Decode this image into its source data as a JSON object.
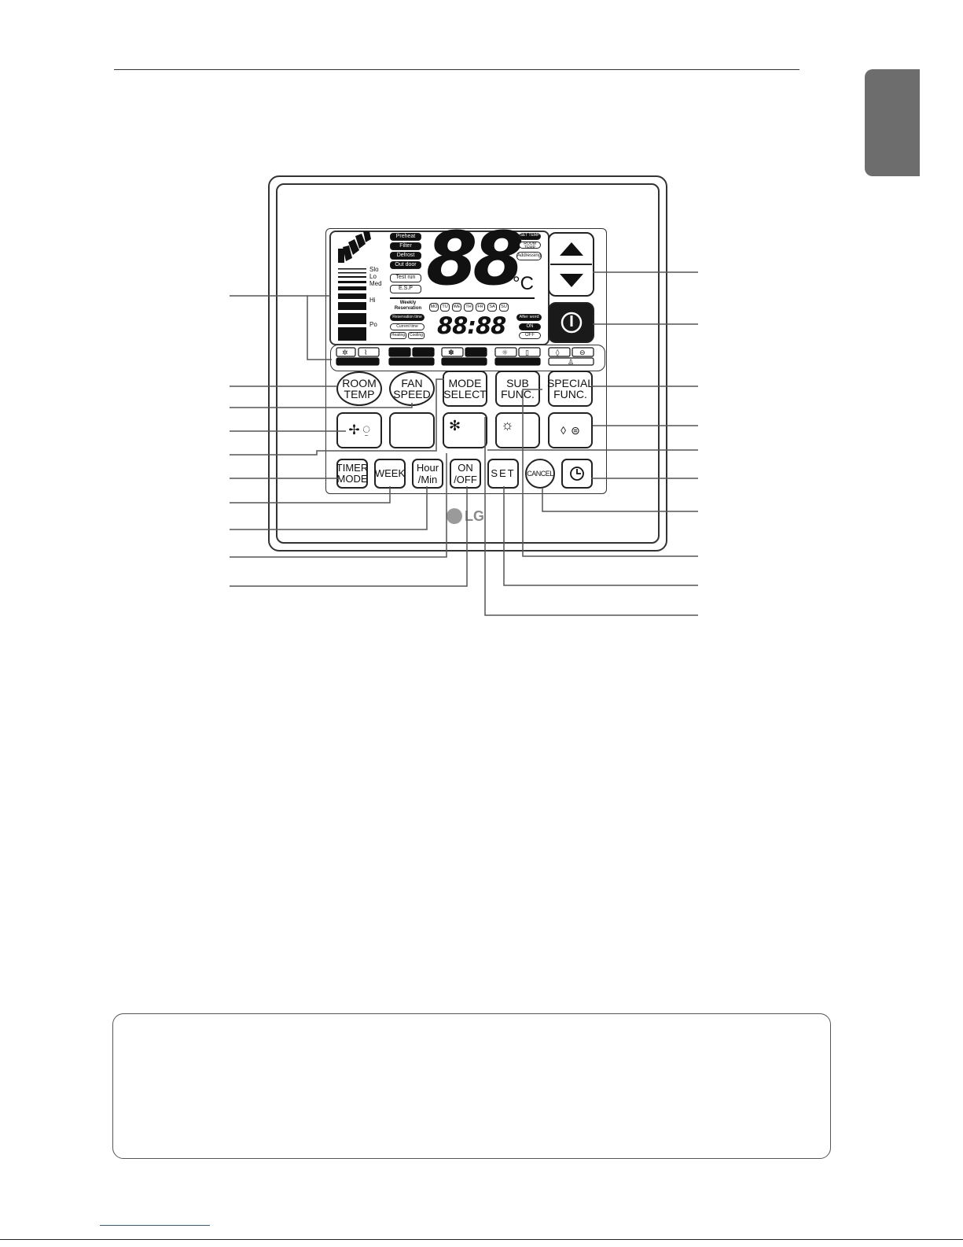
{
  "lang_tab": {
    "label": ""
  },
  "lcd": {
    "fan_speed_labels": [
      "Slo",
      "Lo",
      "Med",
      "Hi",
      "Po"
    ],
    "status_boxes": [
      "Preheat",
      "Filter",
      "Defrost",
      "Out door"
    ],
    "test_boxes": [
      "Test run",
      "E.S.P"
    ],
    "right_tags": [
      "SET TEMP",
      "ROOM TEMP",
      "Addressing"
    ],
    "temperature": "88",
    "unit": "°C",
    "weekly_label": "Weekly Reservation",
    "days": [
      "MO",
      "TU",
      "WE",
      "TH",
      "FR",
      "SA",
      "SU"
    ],
    "left_time_boxes": [
      "Reservation time",
      "Current time"
    ],
    "heat_cool": [
      "Heating",
      "Cooling"
    ],
    "clock": "88:88",
    "after_boxes": [
      "After word",
      "ON",
      "OFF"
    ]
  },
  "buttons": {
    "room_temp": "ROOM\nTEMP",
    "fan_speed": "FAN\nSPEED",
    "mode_select": "MODE\nSELECT",
    "sub_func": "SUB\nFUNC.",
    "special_func": "SPECIAL\nFUNC.",
    "timer_mode": "TIMER\nMODE",
    "week": "WEEK",
    "hour_min": "Hour\n/Min",
    "on_off": "ON\n/OFF",
    "set": "SET",
    "cancel": "CANCEL"
  },
  "brand": "LG",
  "icons": {
    "up": "up-arrow-icon",
    "down": "down-arrow-icon",
    "power": "power-icon",
    "fan": "fan-icon",
    "swing": "swing-icon",
    "cool": "snowflake-icon",
    "heat": "sun-icon",
    "drop": "water-drop-icon",
    "heater": "heater-icon",
    "clock": "clock-icon"
  }
}
